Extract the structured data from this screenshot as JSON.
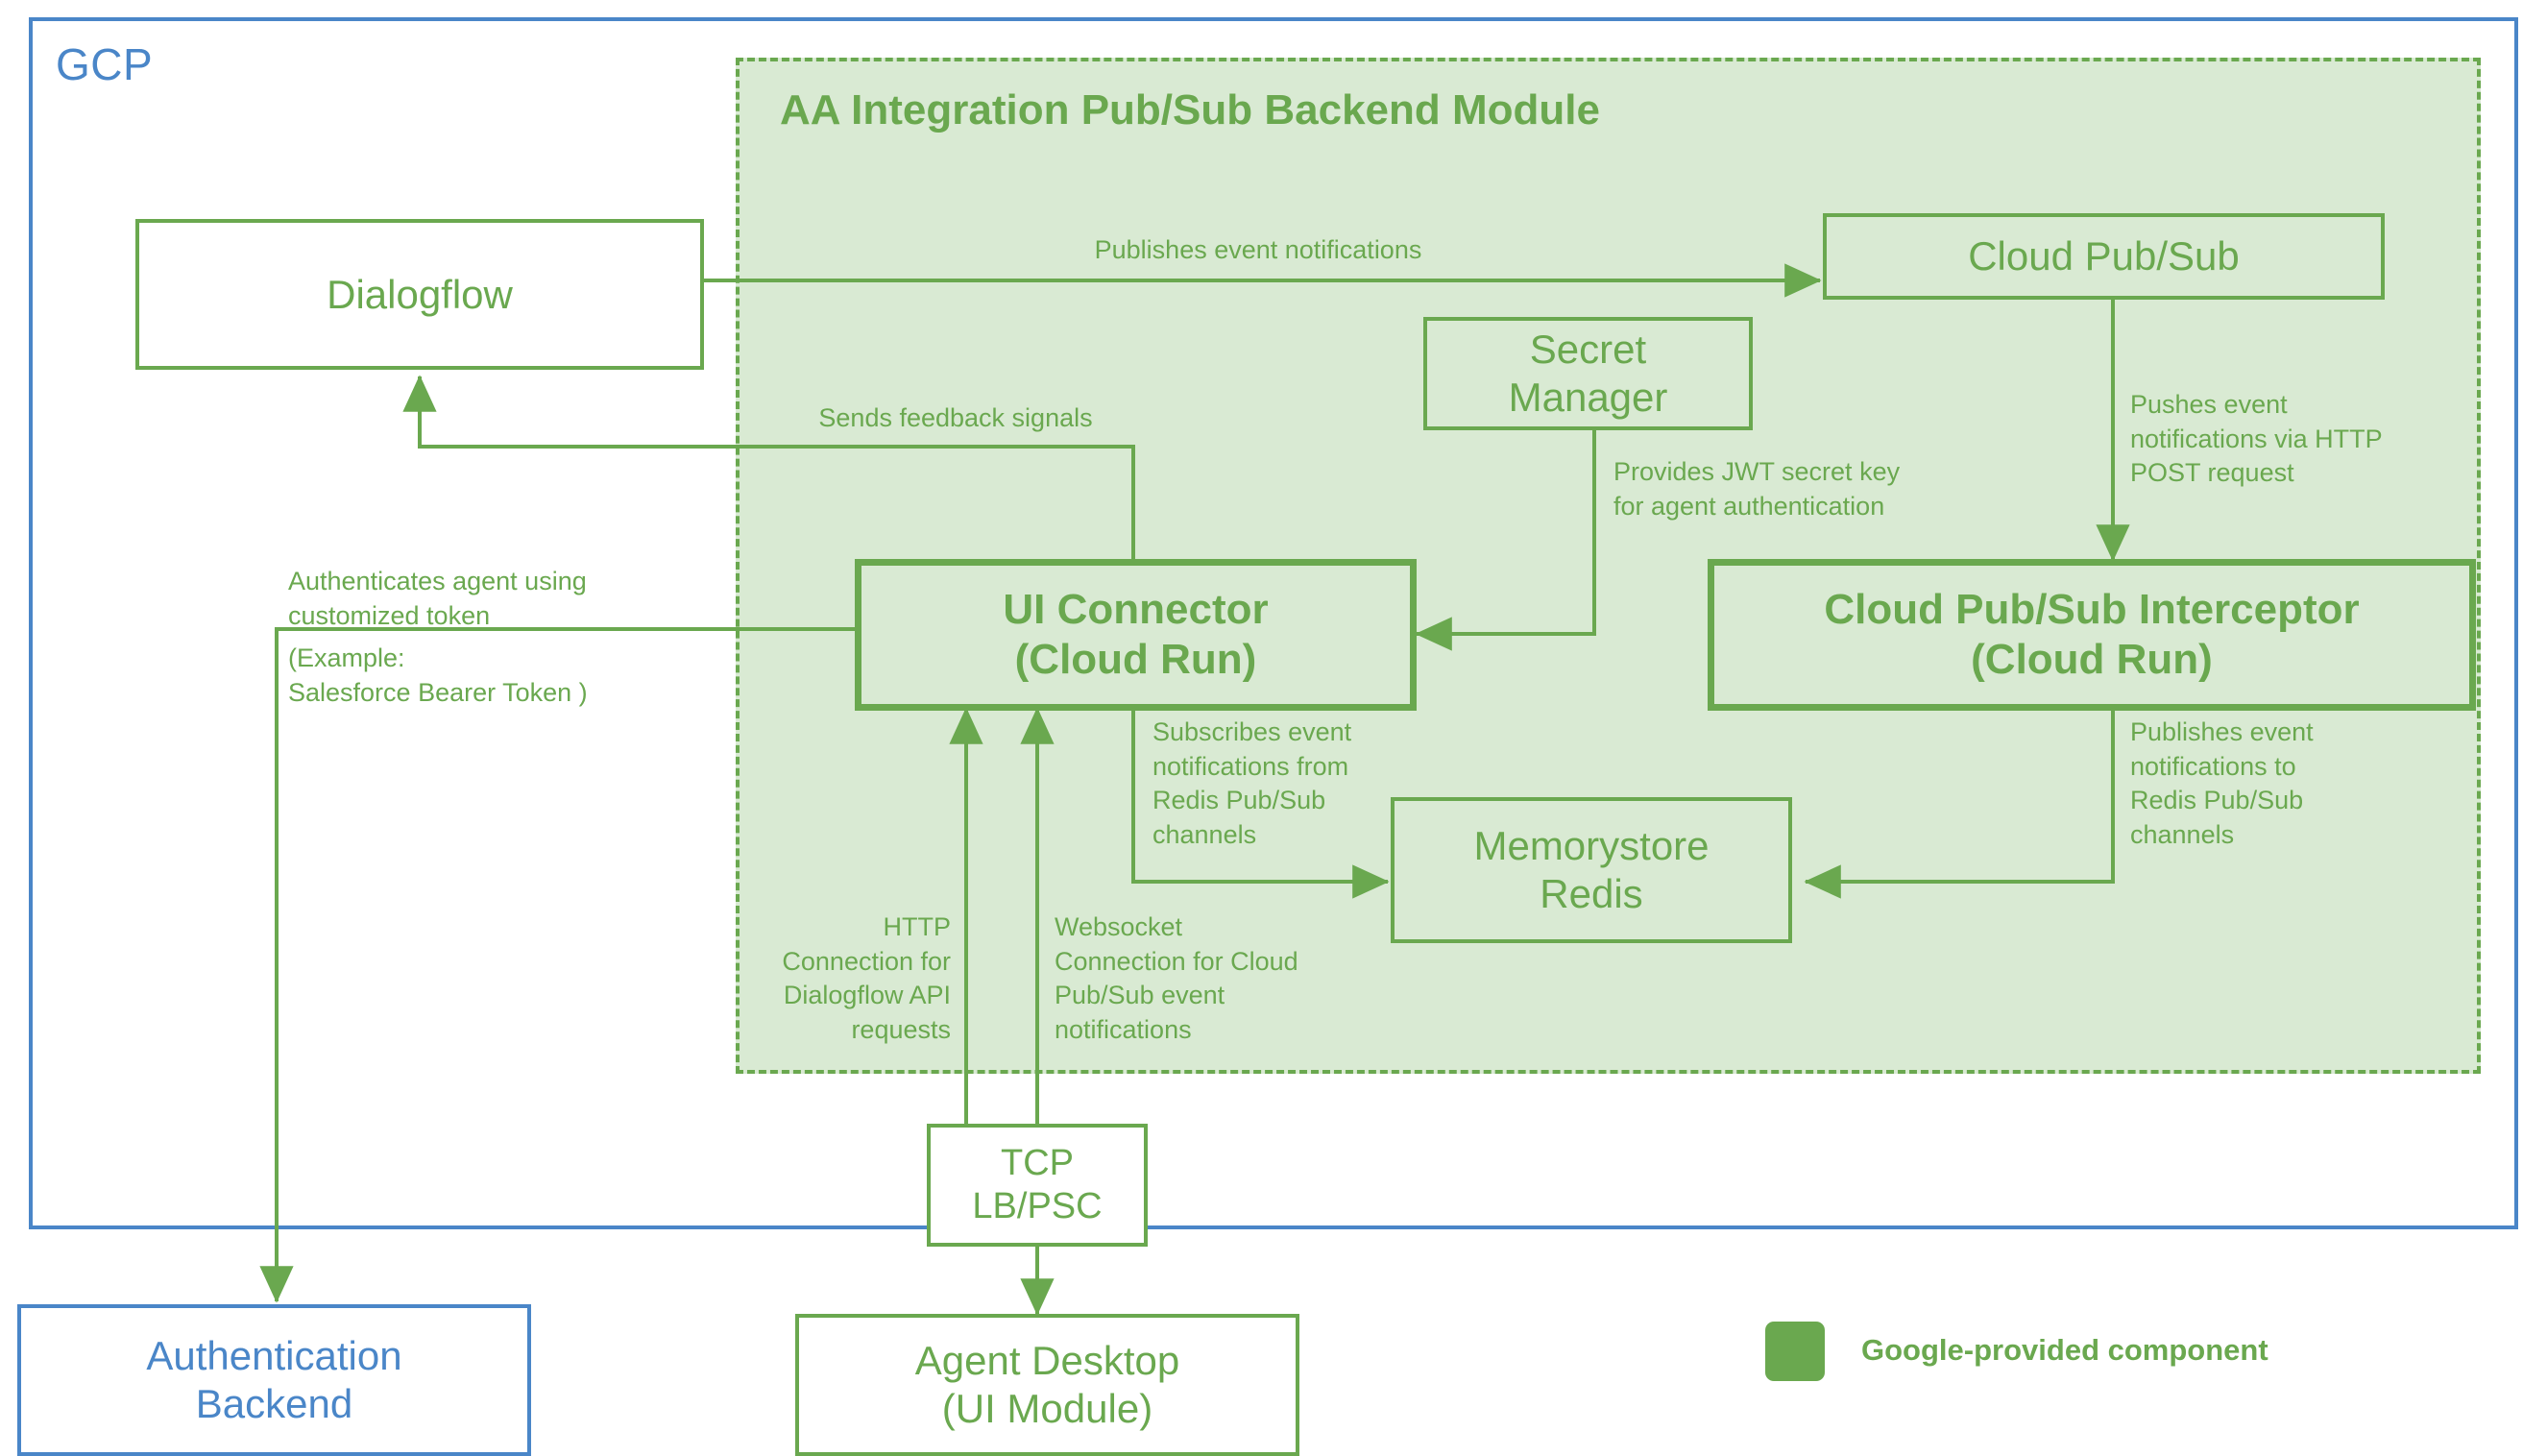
{
  "diagram": {
    "title": "AA Integration Pub/Sub Backend Module",
    "cloud_label": "GCP",
    "colors": {
      "green": "#6aa84f",
      "blue": "#4a86c8",
      "module_fill": "#d9ead3",
      "white": "#ffffff"
    }
  },
  "nodes": {
    "dialogflow": "Dialogflow",
    "cloud_pubsub": "Cloud Pub/Sub",
    "secret_manager": "Secret\nManager",
    "ui_connector": "UI Connector\n(Cloud Run)",
    "interceptor": "Cloud Pub/Sub Interceptor\n(Cloud Run)",
    "memorystore": "Memorystore\nRedis",
    "tcp_lb": "TCP\nLB/PSC",
    "agent_desktop": "Agent Desktop\n(UI Module)",
    "auth_backend": "Authentication\nBackend"
  },
  "edges": {
    "publishes_event_notifications": "Publishes event notifications",
    "sends_feedback_signals": "Sends feedback signals",
    "provides_jwt": "Provides JWT secret key\nfor agent authentication",
    "pushes_event_http_post": "Pushes event\nnotifications via HTTP\nPOST request",
    "authenticates_agent": "Authenticates agent using\ncustomized token",
    "authenticates_agent_example": "(Example:\nSalesforce Bearer Token )",
    "subscribes_event_notifications": "Subscribes event\nnotifications from\nRedis Pub/Sub\nchannels",
    "publishes_to_redis": "Publishes event\nnotifications to\nRedis Pub/Sub\nchannels",
    "http_connection": "HTTP\nConnection for\nDialogflow API\nrequests",
    "websocket_connection": "Websocket\nConnection for Cloud\nPub/Sub event\nnotifications"
  },
  "legend": {
    "label": "Google-provided component"
  }
}
